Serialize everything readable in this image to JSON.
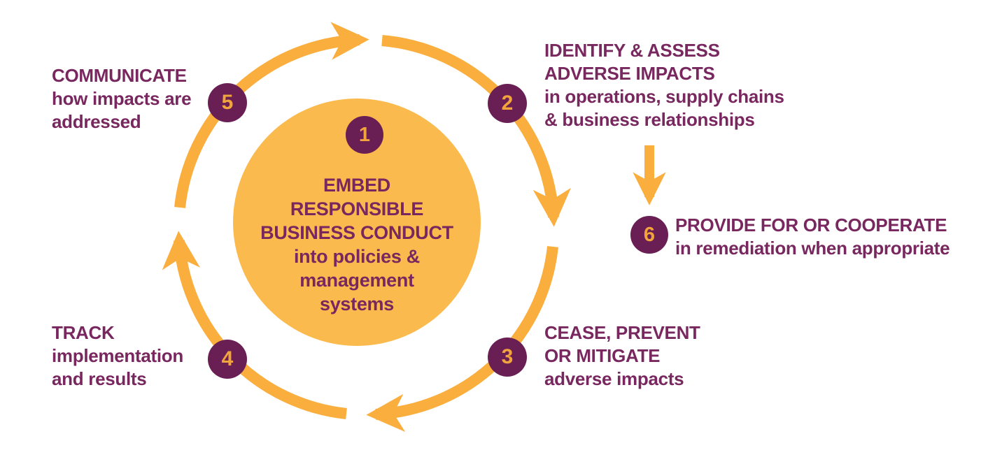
{
  "diagram": {
    "colors": {
      "ring_yellow": "#FAAE3E",
      "center_circle_yellow": "#FBBA4E",
      "badge_purple": "#691F54",
      "badge_number_orange": "#F2A43C",
      "text_purple": "#78275F",
      "background": "#FFFFFF"
    },
    "center": {
      "badge": "1",
      "lines": [
        "EMBED",
        "RESPONSIBLE",
        "BUSINESS CONDUCT",
        "into policies &",
        "management",
        "systems"
      ]
    },
    "steps": [
      {
        "number": "2",
        "title_lines": [
          "IDENTIFY & ASSESS",
          "ADVERSE IMPACTS"
        ],
        "subtitle_lines": [
          "in operations, supply chains",
          "& business relationships"
        ]
      },
      {
        "number": "3",
        "title_lines": [
          "CEASE, PREVENT",
          "OR MITIGATE"
        ],
        "subtitle_lines": [
          "adverse impacts"
        ]
      },
      {
        "number": "4",
        "title_lines": [
          "TRACK"
        ],
        "subtitle_lines": [
          "implementation",
          "and results"
        ]
      },
      {
        "number": "5",
        "title_lines": [
          "COMMUNICATE"
        ],
        "subtitle_lines": [
          "how impacts are",
          "addressed"
        ]
      },
      {
        "number": "6",
        "title_lines": [
          "PROVIDE FOR OR COOPERATE"
        ],
        "subtitle_lines": [
          "in remediation when appropriate"
        ]
      }
    ]
  }
}
